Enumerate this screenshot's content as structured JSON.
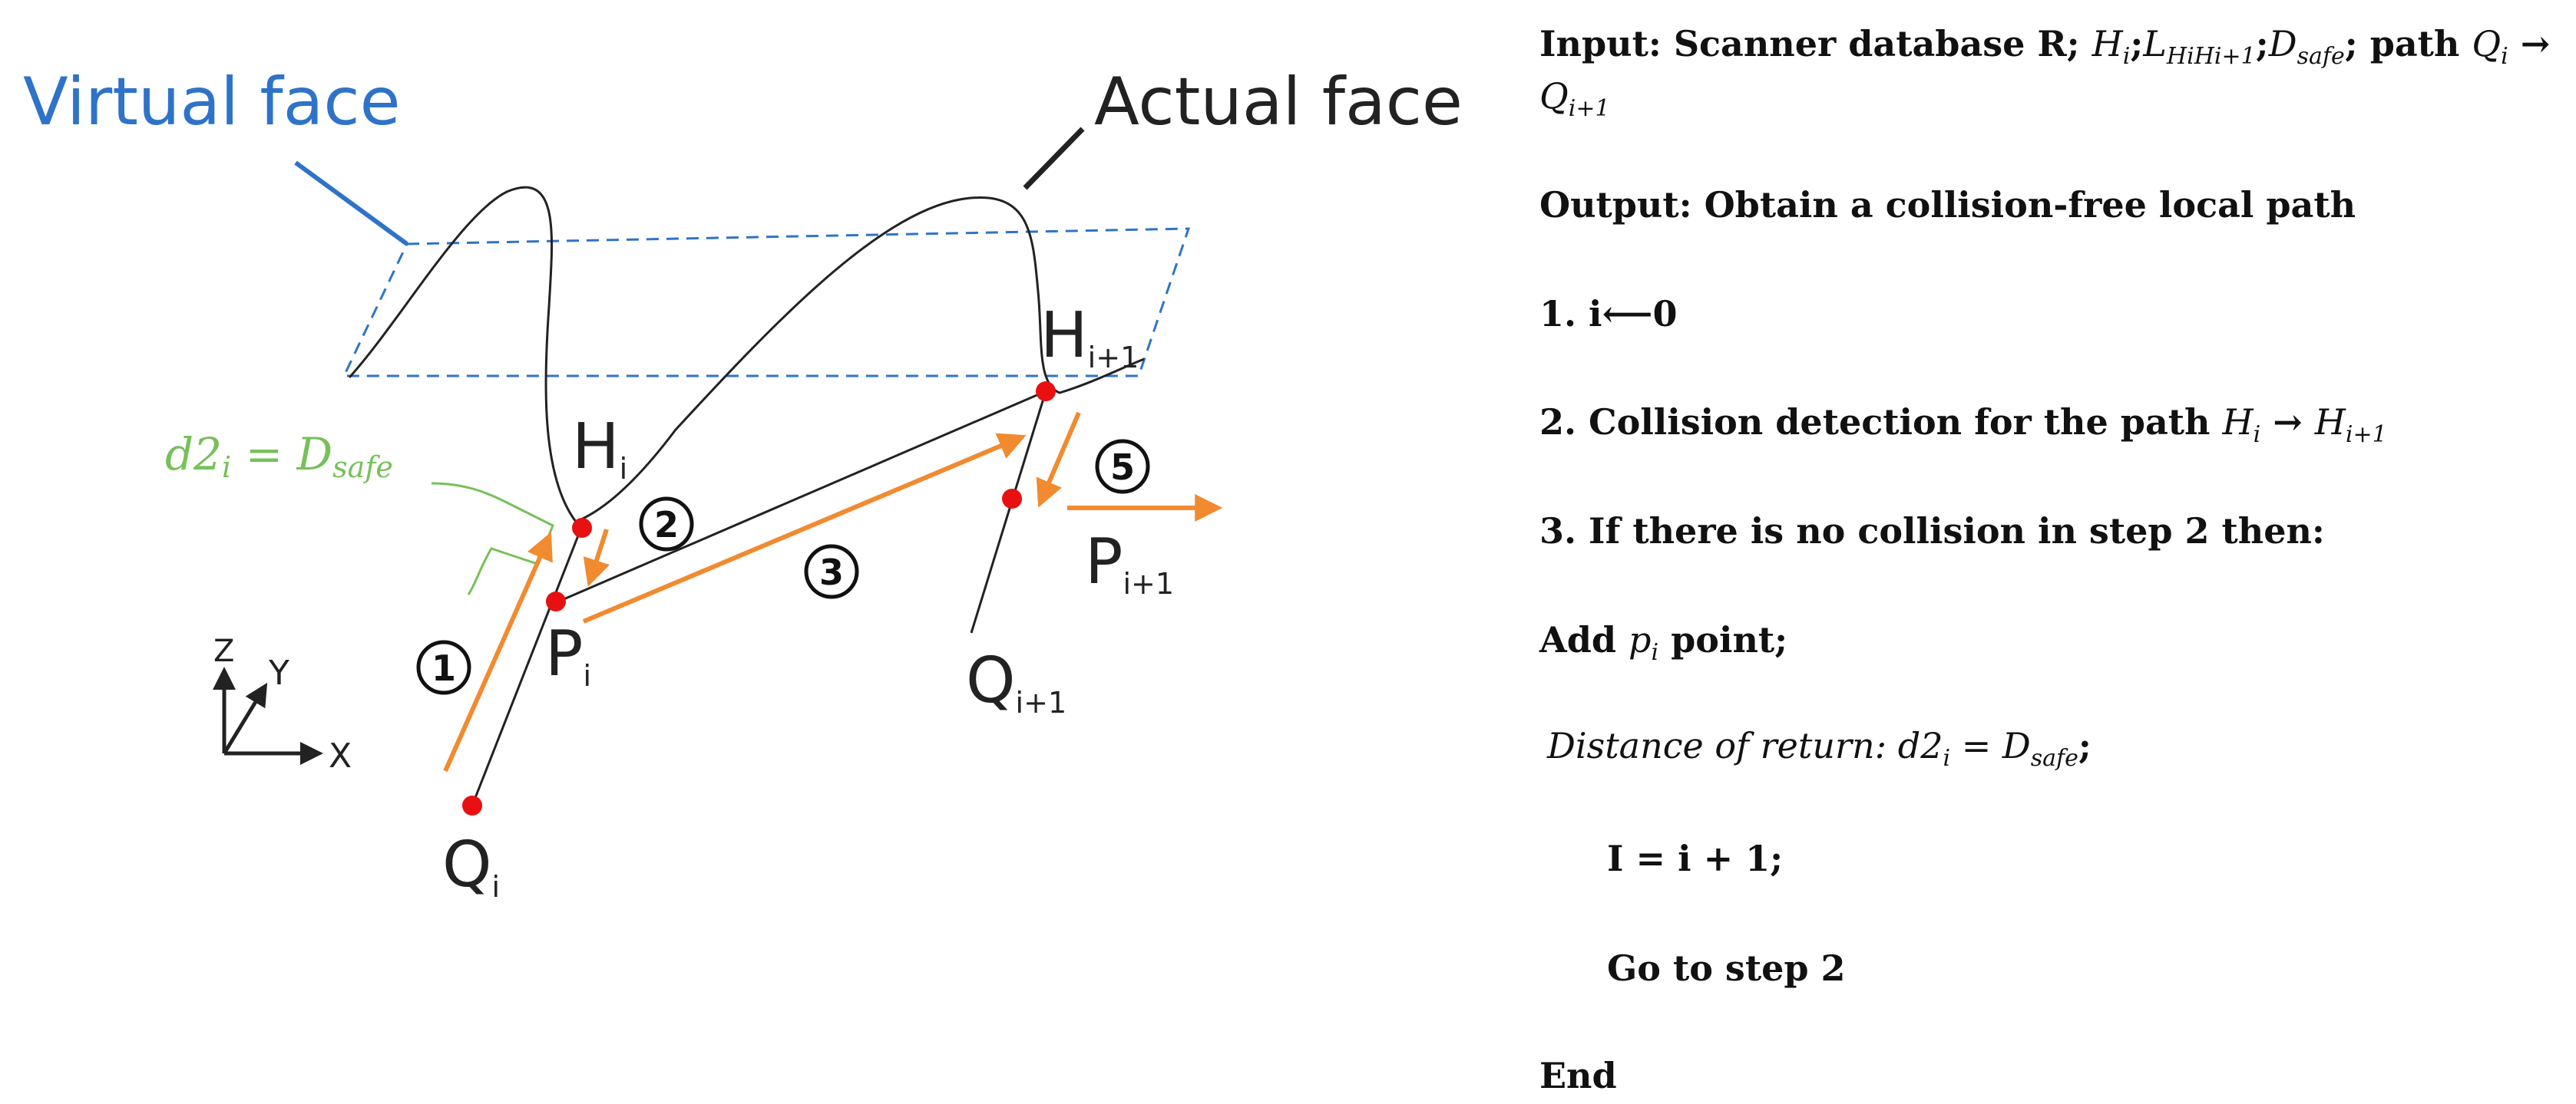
{
  "diagram": {
    "virtual_face_label": "Virtual face",
    "actual_face_label": "Actual face",
    "d2_label": {
      "base": "d2",
      "sub": "i",
      "eq": " = D",
      "sub2": "safe"
    },
    "points": {
      "H_i": {
        "base": "H",
        "sub": "i"
      },
      "H_i1": {
        "base": "H",
        "sub": "i+1"
      },
      "P_i": {
        "base": "P",
        "sub": "i"
      },
      "P_i1": {
        "base": "P",
        "sub": "i+1"
      },
      "Q_i": {
        "base": "Q",
        "sub": "i"
      },
      "Q_i1": {
        "base": "Q",
        "sub": "i+1"
      }
    },
    "steps": [
      "1",
      "2",
      "3",
      "5"
    ],
    "axes": {
      "z": "Z",
      "y": "Y",
      "x": "X"
    },
    "colors": {
      "virtual": "#2f73c9",
      "orange": "#f28a30",
      "green": "#77c05a",
      "red": "#e81010",
      "black": "#222222"
    }
  },
  "algorithm": {
    "input": {
      "prefix": "Input: Scanner database R; ",
      "H": "H",
      "H_sub": "i",
      "sep1": ";",
      "L": "L",
      "L_sub": "H",
      "L_sub2": "i",
      "L_sub3": "H",
      "L_sub4": "i+1",
      "sep2": ";",
      "D": "D",
      "D_sub": "safe",
      "path_text": "; path ",
      "Q": "Q",
      "Q_sub": "i",
      "arrow": " →",
      "Q2": "Q",
      "Q2_sub": "i+1"
    },
    "output": "Output: Obtain a collision-free local path",
    "step1": "1. i⟵0",
    "step2": {
      "text": "2. Collision detection for the path ",
      "H": "H",
      "H_sub": "i",
      "arrow": " → ",
      "H2": "H",
      "H2_sub": "i+1"
    },
    "step3": "3. If there is no collision in step 2 then:",
    "add": {
      "pre": "Add ",
      "p": "p",
      "p_sub": "i",
      "post": " point;"
    },
    "distance": {
      "text": "Distance of return",
      "colon": ": ",
      "d": "d2",
      "d_sub": "i",
      "eq": " = D",
      "d_sub2": "safe",
      "end": ";"
    },
    "increment": "I = i + 1;",
    "goto": "Go to step 2",
    "end": "End"
  }
}
